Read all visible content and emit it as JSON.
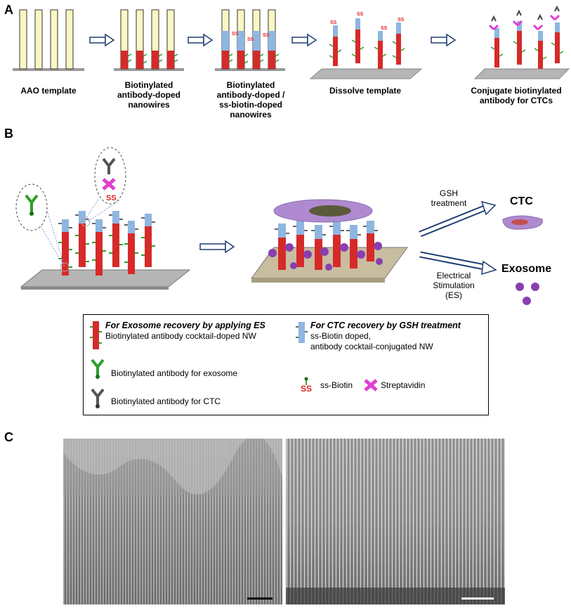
{
  "panels": {
    "a": "A",
    "b": "B",
    "c": "C"
  },
  "steps": [
    {
      "line1": "AAO template",
      "line2": "",
      "line3": "",
      "line4": ""
    },
    {
      "line1": "Biotinylated",
      "line2": "antibody-doped",
      "line3": "nanowires",
      "line4": ""
    },
    {
      "line1": "Biotinylated",
      "line2": "antibody-doped /",
      "line3": "ss-biotin-doped",
      "line4": "nanowires"
    },
    {
      "line1": "Dissolve template",
      "line2": "",
      "line3": "",
      "line4": ""
    },
    {
      "line1": "Conjugate biotinylated",
      "line2": "antibody for CTCs",
      "line3": "",
      "line4": ""
    }
  ],
  "panel_b": {
    "ss_label": "SS",
    "gsh_line1": "GSH",
    "gsh_line2": "treatment",
    "es_line1": "Electrical",
    "es_line2": "Stimulation",
    "es_line3": "(ES)",
    "ctc_label": "CTC",
    "exosome_label": "Exosome"
  },
  "legend": {
    "exo_title": "For Exosome recovery by applying ES",
    "exo_desc": "Biotinylated antibody cocktail-doped NW",
    "ctc_title": "For CTC recovery by GSH treatment",
    "ctc_desc1": "ss-Biotin doped,",
    "ctc_desc2": "antibody cocktail-conjugated NW",
    "ab_exosome": "Biotinylated antibody for exosome",
    "ab_ctc": "Biotinylated antibody for CTC",
    "ss_glyph": "SS",
    "ss_biotin": "ss-Biotin",
    "streptavidin": "Streptavidin"
  },
  "colors": {
    "nanowire_red": "#d62a2a",
    "nanowire_blue": "#8fb6e0",
    "antibody_green": "#2aa02a",
    "streptavidin_magenta": "#e040d0",
    "template_yellow": "#fbf7c4",
    "arrow_navy": "#1f3b73",
    "cell_purple": "#b08ad0",
    "exosome_purple": "#8a3fb0"
  }
}
